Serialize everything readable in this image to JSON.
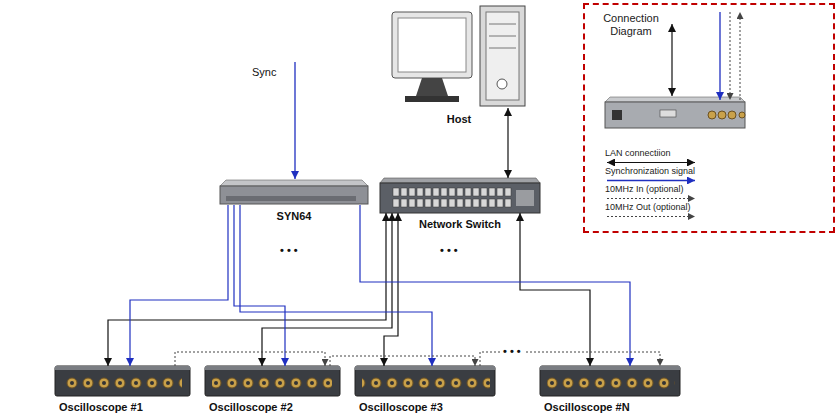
{
  "diagram": {
    "nodes": [
      {
        "text": [
          "Host"
        ]
      },
      {
        "text": [
          "SYN64"
        ]
      },
      {
        "text": [
          "Network Switch"
        ]
      },
      {
        "text": [
          "Oscilloscope #1"
        ]
      },
      {
        "text": [
          "Oscilloscope #2"
        ]
      },
      {
        "text": [
          "Oscilloscope #3"
        ]
      },
      {
        "text": [
          "Oscilloscope #N"
        ]
      },
      {
        "text": [
          "Connection Diagram"
        ]
      }
    ],
    "edges": [
      {
        "from": 0,
        "to": 2,
        "arrow": "both"
      },
      {
        "from": 2,
        "to": 3,
        "arrow": "both"
      },
      {
        "from": 2,
        "to": 4,
        "arrow": "both"
      },
      {
        "from": 2,
        "to": 5,
        "arrow": "both"
      },
      {
        "from": 2,
        "to": 6,
        "arrow": "both"
      },
      {
        "from": 1,
        "to": 3,
        "arrow": "to"
      },
      {
        "from": 1,
        "to": 4,
        "arrow": "to"
      },
      {
        "from": 1,
        "to": 5,
        "arrow": "to"
      },
      {
        "from": 1,
        "to": 6,
        "arrow": "to"
      },
      {
        "from": 3,
        "to": 4,
        "arrow": "to"
      },
      {
        "from": 4,
        "to": 5,
        "arrow": "to"
      },
      {
        "from": 5,
        "to": 6,
        "arrow": "to"
      }
    ],
    "labels": [
      "Sync",
      "• • •",
      "• • •",
      "• • •"
    ],
    "legend": [
      {
        "text": "LAN connectiion"
      },
      {
        "text": "Synchronization signal"
      },
      {
        "text": "10MHz In (optional)"
      },
      {
        "text": "10MHz Out (optional)"
      }
    ]
  }
}
